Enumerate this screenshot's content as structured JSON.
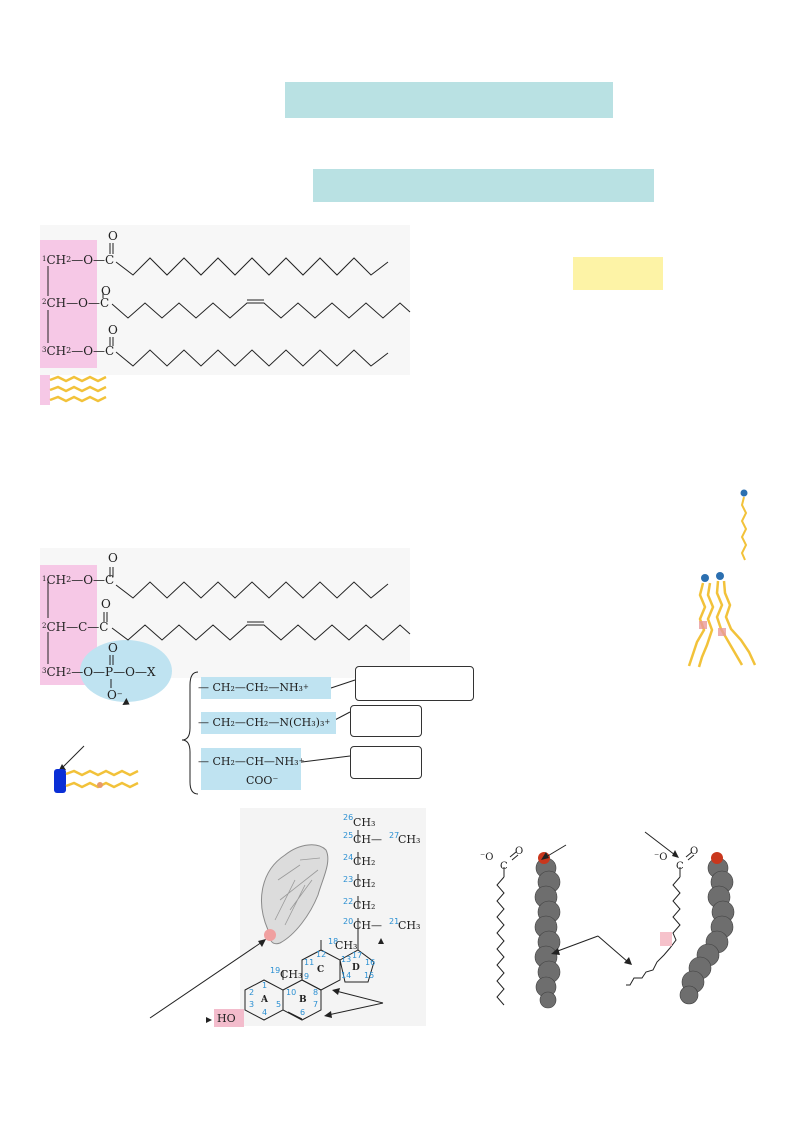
{
  "triacylglycerol": {
    "carbonyl_o": "O",
    "rows": [
      {
        "prefix": "1",
        "text": "CH",
        "sub": "2",
        "tail": "—O—C"
      },
      {
        "prefix": "2",
        "text": "CH—O—C",
        "sub": "",
        "tail": ""
      },
      {
        "prefix": "3",
        "text": "CH",
        "sub": "2",
        "tail": "—O—C"
      }
    ]
  },
  "phospholipid": {
    "carbonyl_o": "O",
    "rows": [
      {
        "prefix": "1",
        "text": "CH",
        "sub": "2",
        "tail": "—O—C"
      },
      {
        "prefix": "2",
        "text": "CH—C—C",
        "sub": "",
        "tail": ""
      },
      {
        "prefix": "3",
        "text": "CH",
        "sub": "2",
        "tail": "—O—P—O—X"
      }
    ],
    "phosphate_o_top": "O",
    "phosphate_o_bottom": "O",
    "phosphate_charge": "−",
    "headgroups": [
      {
        "formula": "— CH₂—CH₂—NH₃",
        "charge": "+"
      },
      {
        "formula": "— CH₂—CH₂—N(CH₃)₃",
        "charge": "+"
      },
      {
        "formula": "— CH₂—CH—NH₃",
        "charge": "+",
        "second_line": "COO⁻"
      }
    ]
  },
  "cholesterol": {
    "side_chain": [
      {
        "num": "26",
        "label": "CH₃"
      },
      {
        "num": "25",
        "label": "CH—",
        "branch_num": "27",
        "branch": "CH₃"
      },
      {
        "num": "24",
        "label": "CH₂"
      },
      {
        "num": "23",
        "label": "CH₂"
      },
      {
        "num": "22",
        "label": "CH₂"
      },
      {
        "num": "20",
        "label": "CH—",
        "branch_num": "21",
        "branch": "CH₃"
      }
    ],
    "methyl_18": {
      "num": "18",
      "label": "CH₃"
    },
    "methyl_19": {
      "num": "19",
      "label": "CH₃"
    },
    "rings": [
      "A",
      "B",
      "C",
      "D"
    ],
    "hydroxyl": "HO",
    "ring_numbers": [
      "1",
      "2",
      "3",
      "4",
      "5",
      "6",
      "7",
      "8",
      "9",
      "10",
      "11",
      "12",
      "13",
      "14",
      "15",
      "16",
      "17"
    ]
  },
  "fatty_acids": {
    "saturated_head": "⁻O",
    "saturated_o": "O",
    "saturated_c": "C",
    "unsaturated_head": "⁻O",
    "unsaturated_o": "O",
    "unsaturated_c": "C"
  },
  "colors": {
    "band": "#b9e1e3",
    "note": "#fdf3a6",
    "glycerol_pink": "#f6c8e6",
    "head_blue": "#bfe3f1",
    "tail_yellow": "#f2c23a",
    "numbers": "#2a8fd2",
    "oxygen_red": "#c9371d"
  },
  "icons": [
    "lipid-tail-icon",
    "phospholipid-icon",
    "headgroup-icon",
    "space-filling-model-icon"
  ]
}
